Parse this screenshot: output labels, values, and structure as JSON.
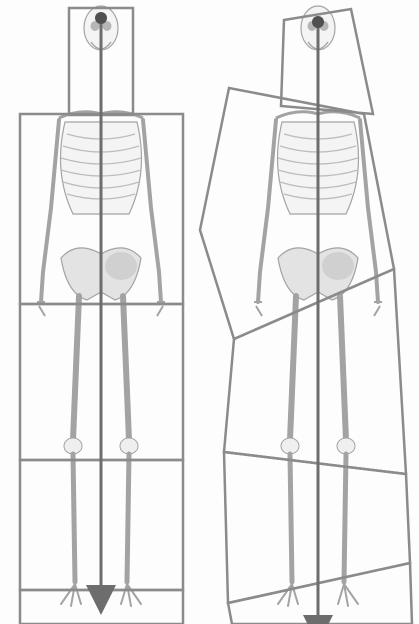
{
  "figure": {
    "panels": [
      {
        "name": "aligned",
        "segments": [
          "head",
          "torso",
          "thigh",
          "shank",
          "feet"
        ]
      },
      {
        "name": "misaligned",
        "segments": [
          "head",
          "torso",
          "thigh",
          "shank",
          "feet"
        ]
      }
    ],
    "colors": {
      "background": "#fdfdfd",
      "box_stroke": "#8b8b8b",
      "plumb_line": "#6d6d6d",
      "bone_fill": "#f4f4f4",
      "bone_stroke": "#a3a3a3",
      "bone_shade": "#d8d8d8",
      "dot": "#505050"
    }
  }
}
